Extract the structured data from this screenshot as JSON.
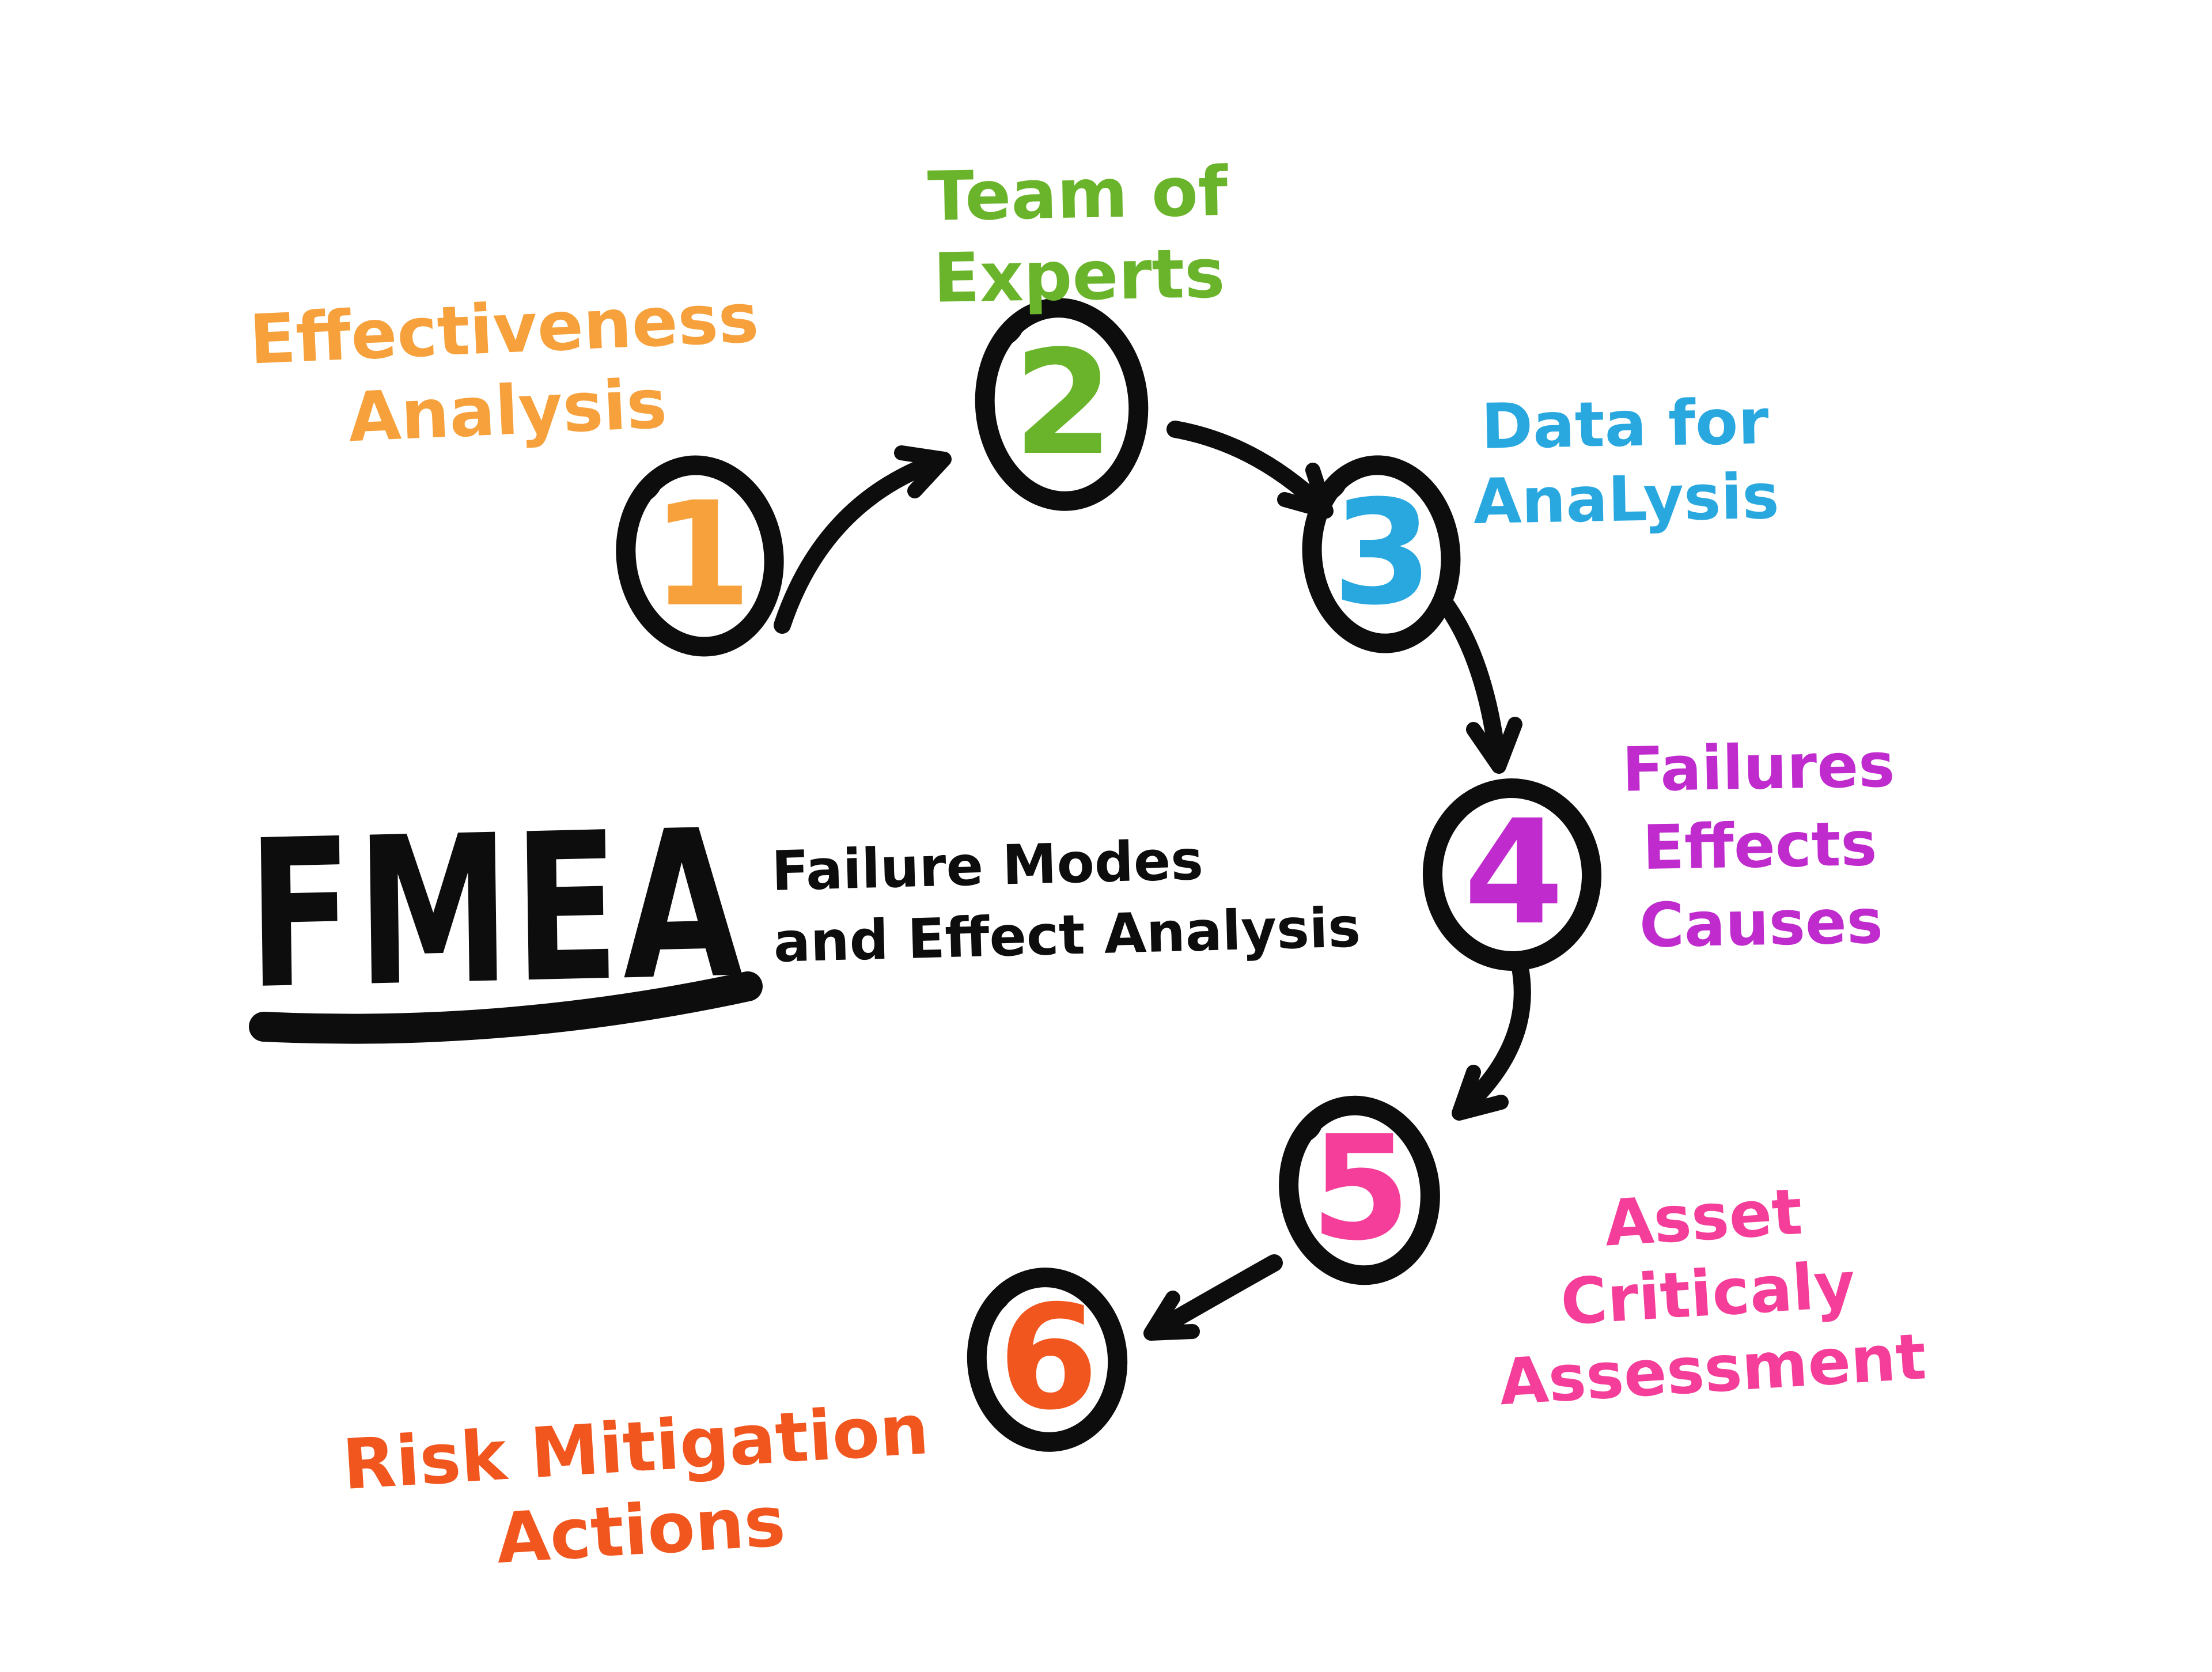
{
  "title": {
    "acronym": "FMEA",
    "subtitle": "Failure Modes\nand Effect Analysis"
  },
  "nodes": [
    {
      "number": "1",
      "label": "Effectiveness\nAnalysis",
      "color": "#F6A13C"
    },
    {
      "number": "2",
      "label": "Team of\nExperts",
      "color": "#6AB42B"
    },
    {
      "number": "3",
      "label": "Data for\nAnaLysis",
      "color": "#29A8E0"
    },
    {
      "number": "4",
      "label": "Failures\nEffects\nCauses",
      "color": "#C02BCE"
    },
    {
      "number": "5",
      "label": "Asset Criticaly\nAssessment",
      "color": "#F43E99"
    },
    {
      "number": "6",
      "label": "Risk Mitigation\nActions",
      "color": "#F1561F"
    }
  ],
  "connections": [
    {
      "from": "1",
      "to": "2"
    },
    {
      "from": "2",
      "to": "3"
    },
    {
      "from": "3",
      "to": "4"
    },
    {
      "from": "4",
      "to": "5"
    },
    {
      "from": "5",
      "to": "6"
    }
  ],
  "colors": {
    "ink": "#0D0D0D",
    "background": "#FFFFFF"
  }
}
